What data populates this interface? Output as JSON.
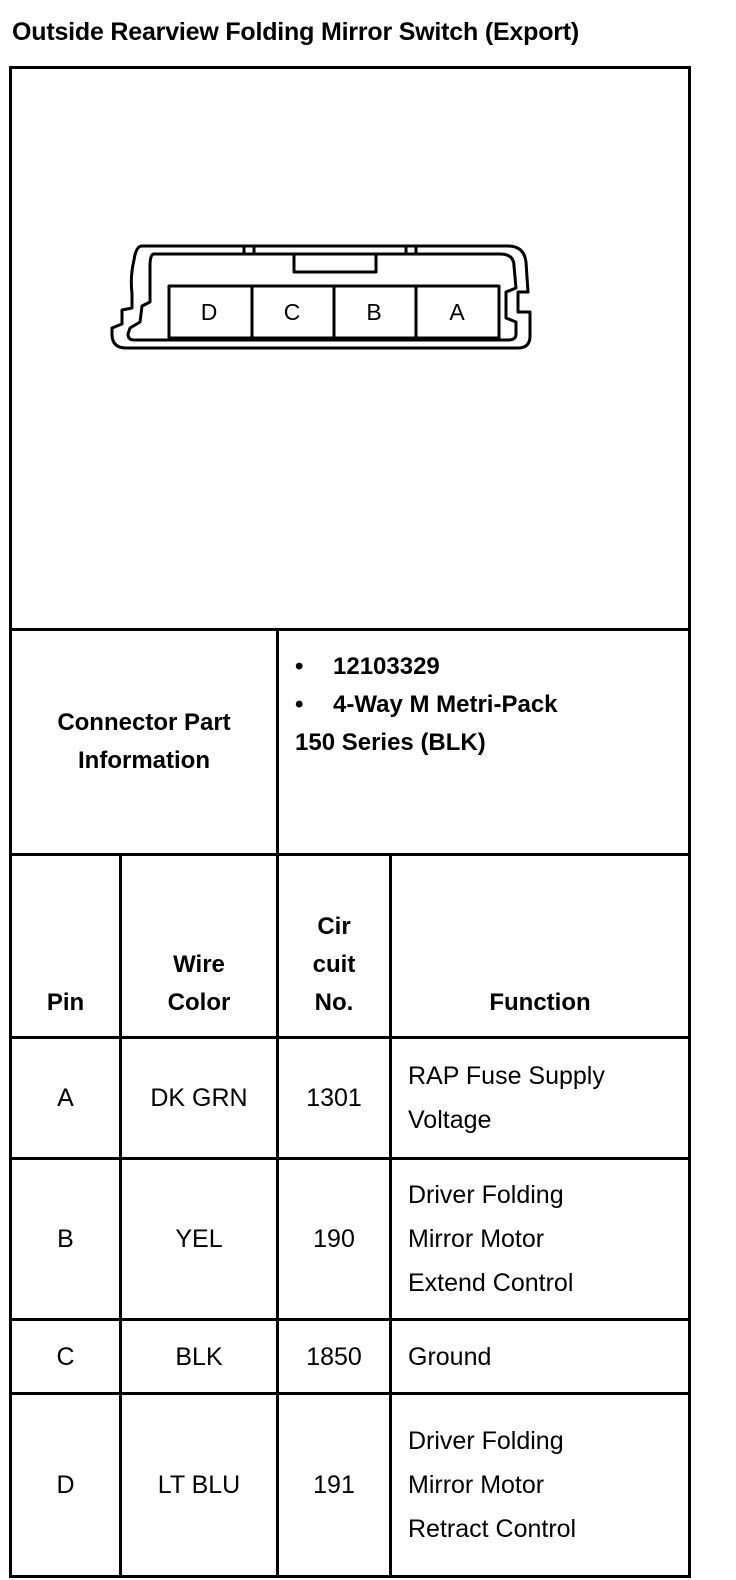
{
  "title": "Outside Rearview Folding Mirror Switch (Export)",
  "connector": {
    "pins": [
      "D",
      "C",
      "B",
      "A"
    ]
  },
  "connector_info": {
    "label": "Connector Part Information",
    "items": [
      "12103329",
      "4-Way M Metri-Pack"
    ],
    "continuation": "150 Series (BLK)"
  },
  "table": {
    "headers": {
      "pin": "Pin",
      "wire_color": "Wire Color",
      "circuit": "Cir cuit No.",
      "function": "Function"
    },
    "rows": [
      {
        "pin": "A",
        "wire_color": "DK GRN",
        "circuit": "1301",
        "function": "RAP Fuse Supply Voltage"
      },
      {
        "pin": "B",
        "wire_color": "YEL",
        "circuit": "190",
        "function": "Driver Folding Mirror Motor Extend Control"
      },
      {
        "pin": "C",
        "wire_color": "BLK",
        "circuit": "1850",
        "function": "Ground"
      },
      {
        "pin": "D",
        "wire_color": "LT BLU",
        "circuit": "191",
        "function": "Driver Folding Mirror Motor Retract Control"
      }
    ]
  }
}
